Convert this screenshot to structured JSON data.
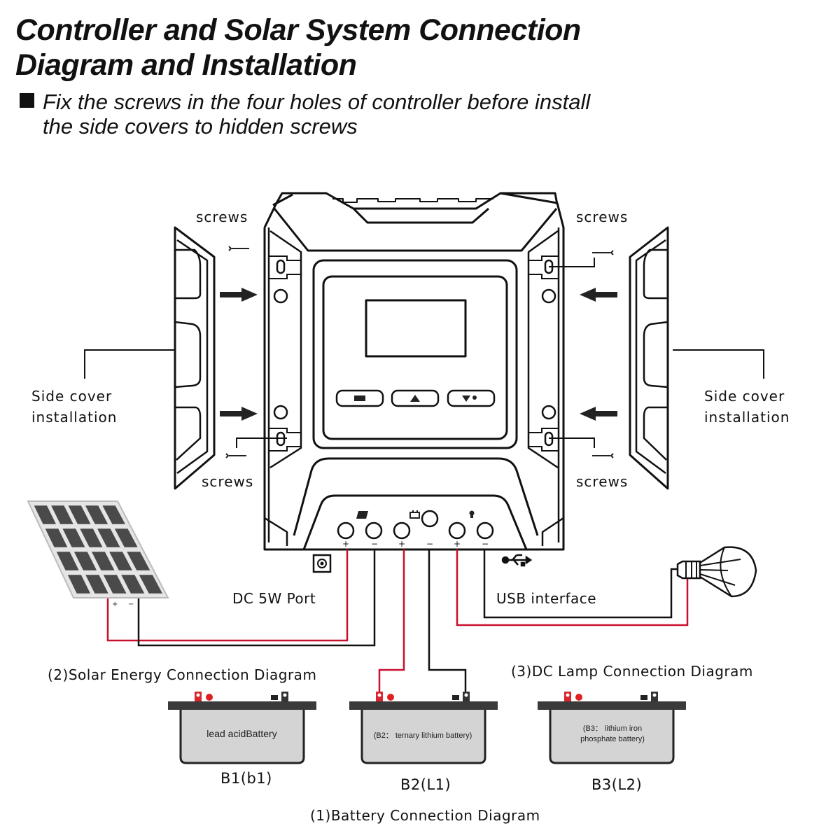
{
  "header": {
    "title_line1": "Controller and Solar System Connection",
    "title_line2": "Diagram and Installation",
    "instruction_line1": "Fix the screws in the four holes of controller before install",
    "instruction_line2": "the side covers to hidden screws"
  },
  "labels": {
    "screws_top_left": "screws",
    "screws_top_right": "screws",
    "screws_bottom_left": "screws",
    "screws_bottom_right": "screws",
    "side_cover_left_1": "Side cover",
    "side_cover_left_2": "installation",
    "side_cover_right_1": "Side cover",
    "side_cover_right_2": "installation",
    "dc_port": "DC 5W Port",
    "usb_interface": "USB interface",
    "solar_diagram": "(2)Solar Energy Connection Diagram",
    "lamp_diagram": "(3)DC Lamp Connection Diagram",
    "battery_diagram": "(1)Battery Connection Diagram"
  },
  "controller": {
    "buttons": [
      {
        "icon": "menu-icon"
      },
      {
        "icon": "up-arrow-icon"
      },
      {
        "icon": "down-light-icon"
      }
    ],
    "terminals": [
      {
        "group": "solar",
        "polarity": "+"
      },
      {
        "group": "solar",
        "polarity": "−"
      },
      {
        "group": "battery",
        "polarity": "+"
      },
      {
        "group": "battery",
        "polarity": "−"
      },
      {
        "group": "load",
        "polarity": "+"
      },
      {
        "group": "load",
        "polarity": "−"
      }
    ]
  },
  "panel_polarity": {
    "plus": "+",
    "minus": "−"
  },
  "batteries": [
    {
      "label_line1": "lead acidBattery",
      "label_line2": "",
      "caption": "B1(b1)"
    },
    {
      "label_line1": "(B2： ternary lithium battery)",
      "label_line2": "",
      "caption": "B2(L1)"
    },
    {
      "label_line1": "(B3： lithium iron",
      "label_line2": "phosphate battery)",
      "caption": "B3(L2)"
    }
  ],
  "colors": {
    "positive_wire": "#c8102e",
    "negative_wire": "#111111",
    "battery_body": "#d4d4d4",
    "battery_lid": "#3a3a3a",
    "solar_cell": "#4a4a4a"
  }
}
